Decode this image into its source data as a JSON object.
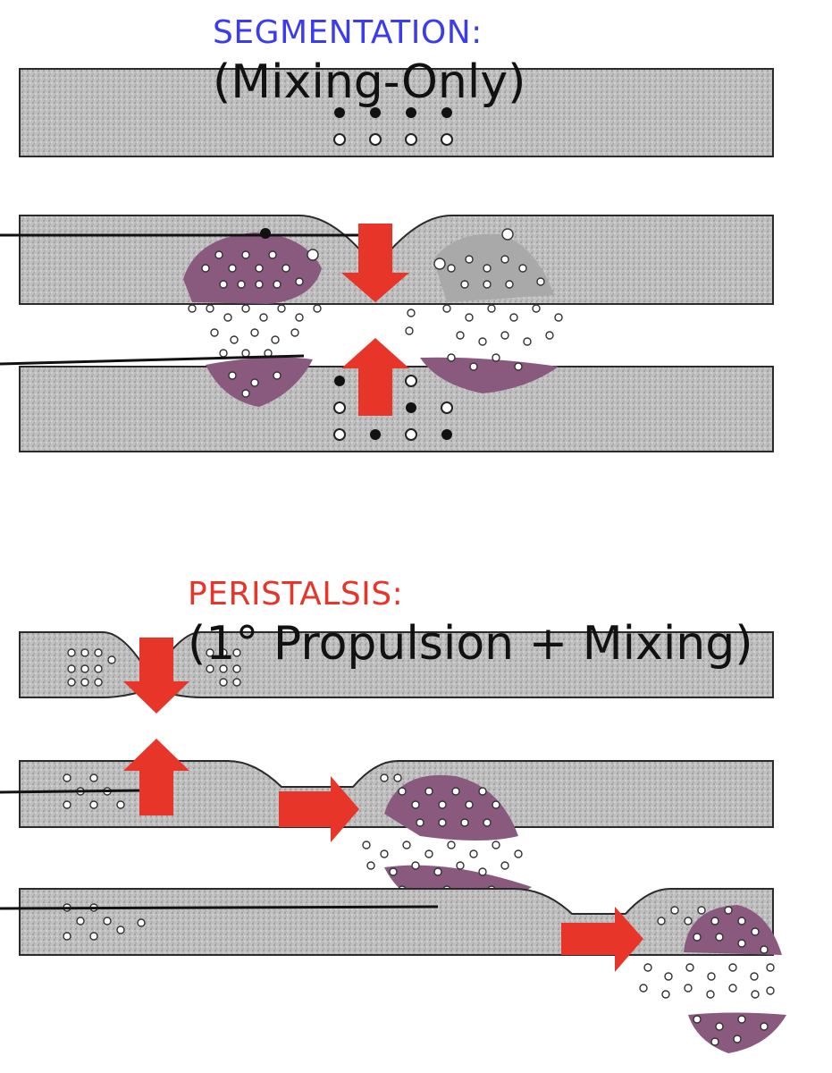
{
  "segmentation": {
    "title": "SEGMENTATION:",
    "subtitle": "(Mixing-Only)",
    "title_color": "#3b3bf0"
  },
  "peristalsis": {
    "title": "PERISTALSIS:",
    "subtitle": "(1° Propulsion + Mixing)",
    "title_color": "#e8352a"
  },
  "colors": {
    "tube_fill": "#bdbdbd",
    "tube_edge": "#2a2a2a",
    "arrow": "#e8352a",
    "bolus": "#8a5a7e"
  }
}
